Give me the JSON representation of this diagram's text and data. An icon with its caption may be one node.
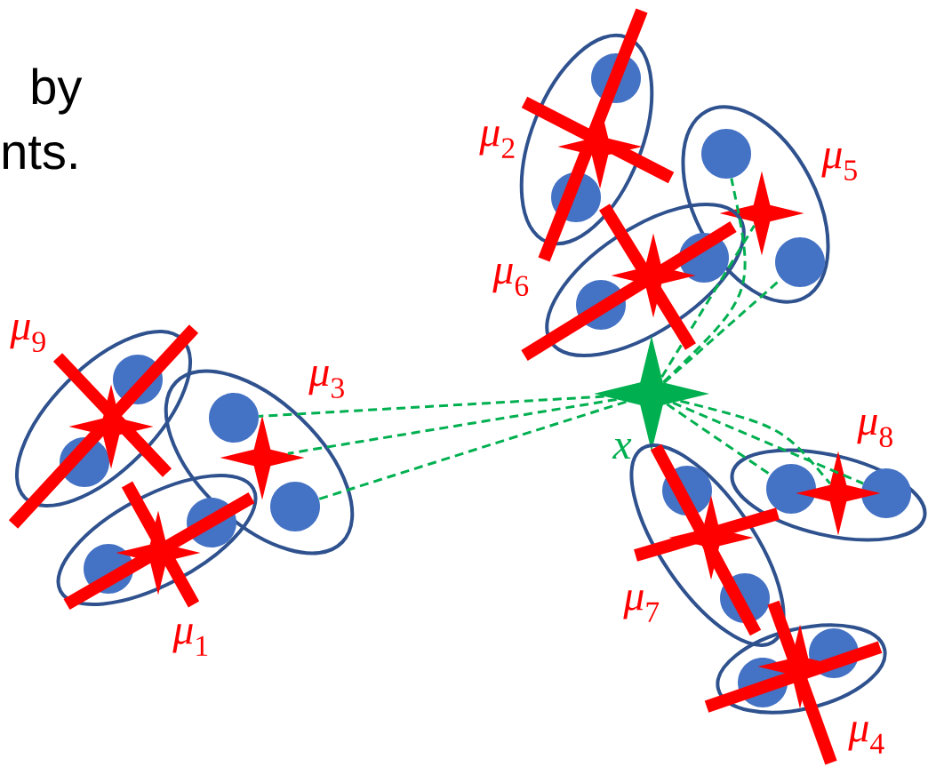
{
  "diagram": {
    "nodes": [
      {
        "text": [],
        "shape": "ellipse"
      },
      {
        "text": [],
        "shape": "circle",
        "in": 0
      },
      {
        "text": [],
        "shape": "circle",
        "in": 0
      },
      {
        "text": [],
        "shape": "star",
        "in": 0,
        "beside": [
          "*μ*$_{2}$"
        ]
      },
      {
        "text": [],
        "shape": "ellipse"
      },
      {
        "text": [],
        "shape": "circle",
        "in": 4
      },
      {
        "text": [],
        "shape": "circle",
        "in": 4
      },
      {
        "text": [],
        "shape": "star",
        "in": 4,
        "beside": [
          "*μ*$_{5}$"
        ]
      },
      {
        "text": [],
        "shape": "ellipse"
      },
      {
        "text": [],
        "shape": "circle",
        "in": 8
      },
      {
        "text": [],
        "shape": "circle",
        "in": 8
      },
      {
        "text": [],
        "shape": "star",
        "in": 8
      },
      {
        "text": [],
        "shape": "ellipse"
      },
      {
        "text": [],
        "shape": "circle",
        "in": 12
      },
      {
        "text": [],
        "shape": "circle",
        "in": 12
      },
      {
        "text": [],
        "shape": "star",
        "in": 12,
        "beside": [
          "*μ*$_{9}$"
        ]
      },
      {
        "text": [],
        "shape": "ellipse"
      },
      {
        "text": [],
        "shape": "circle",
        "in": 16
      },
      {
        "text": [],
        "shape": "circle",
        "in": 16
      },
      {
        "text": [],
        "shape": "star",
        "in": 16,
        "beside": [
          "*μ*$_{3}$"
        ]
      },
      {
        "text": [],
        "shape": "star",
        "beside": [
          "x"
        ]
      },
      {
        "text": [],
        "shape": "ellipse"
      },
      {
        "text": [],
        "shape": "circle",
        "in": 21
      },
      {
        "text": [],
        "shape": "circle",
        "in": 21
      },
      {
        "text": [],
        "shape": "star",
        "in": 21,
        "beside": [
          "*μ*$_{8}$"
        ]
      },
      {
        "text": [],
        "shape": "ellipse"
      },
      {
        "text": [],
        "shape": "circle",
        "in": 25
      },
      {
        "text": [],
        "shape": "circle",
        "in": 25
      },
      {
        "text": [],
        "shape": "star",
        "in": 25,
        "beside": [
          "*μ*$_{1}$"
        ]
      },
      {
        "text": [],
        "shape": "ellipse"
      },
      {
        "text": [],
        "shape": "circle",
        "in": 29
      },
      {
        "text": [],
        "shape": "circle",
        "in": 29
      },
      {
        "text": [],
        "shape": "star",
        "in": 29,
        "beside": [
          "*μ*$_{7}$"
        ]
      },
      {
        "text": [],
        "shape": "ellipse"
      },
      {
        "text": [],
        "shape": "circle",
        "in": 33
      },
      {
        "text": [],
        "shape": "circle",
        "in": 33
      },
      {
        "text": [],
        "shape": "star",
        "in": 33,
        "beside": [
          "*μ*$_{4}$"
        ]
      }
    ],
    "edges": [
      {
        "from": 20,
        "to": 17,
        "arrow": "none",
        "style": "dashed"
      },
      {
        "from": 20,
        "to": 19,
        "arrow": "none",
        "style": "dashed"
      },
      {
        "from": 20,
        "to": 18,
        "arrow": "none",
        "style": "dashed"
      },
      {
        "from": 20,
        "to": 5,
        "arrow": "none",
        "style": "dashed"
      },
      {
        "from": 20,
        "to": 7,
        "arrow": "none",
        "style": "dashed"
      },
      {
        "from": 20,
        "to": 6,
        "arrow": "none",
        "style": "dashed"
      },
      {
        "from": 20,
        "to": 22,
        "arrow": "none",
        "style": "dashed"
      },
      {
        "from": 20,
        "to": 24,
        "arrow": "none",
        "style": "dashed"
      },
      {
        "from": 20,
        "to": 23,
        "arrow": "none",
        "style": "dashed"
      }
    ],
    "labels": [
      "by",
      "nts.",
      "*μ*$_{6}$"
    ]
  }
}
